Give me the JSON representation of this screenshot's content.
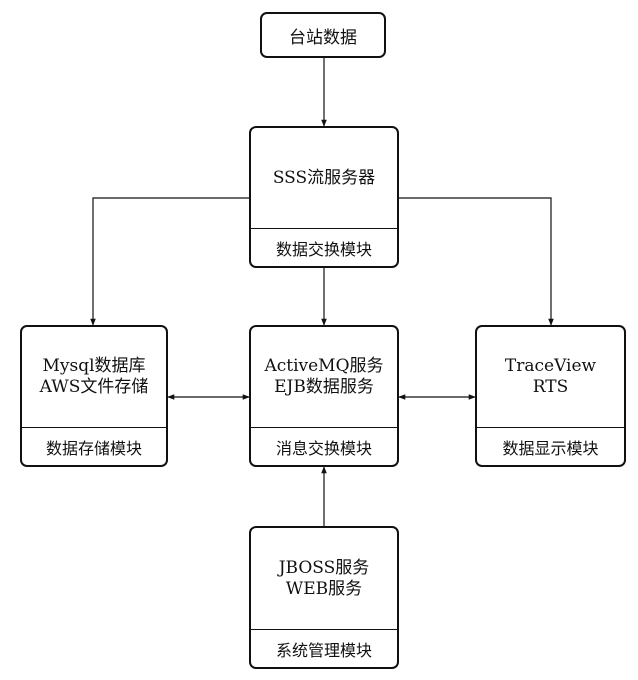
{
  "nodes": {
    "source": {
      "title": "台站数据"
    },
    "sss": {
      "lines": [
        "SSS流服务器"
      ],
      "module": "数据交换模块"
    },
    "storage": {
      "lines": [
        "Mysql数据库",
        "AWS文件存储"
      ],
      "module": "数据存储模块"
    },
    "mq": {
      "lines": [
        "ActiveMQ服务",
        "EJB数据服务"
      ],
      "module": "消息交换模块"
    },
    "display": {
      "lines": [
        "TraceView",
        "RTS"
      ],
      "module": "数据显示模块"
    },
    "jboss": {
      "lines": [
        "JBOSS服务",
        "WEB服务"
      ],
      "module": "系统管理模块"
    }
  }
}
